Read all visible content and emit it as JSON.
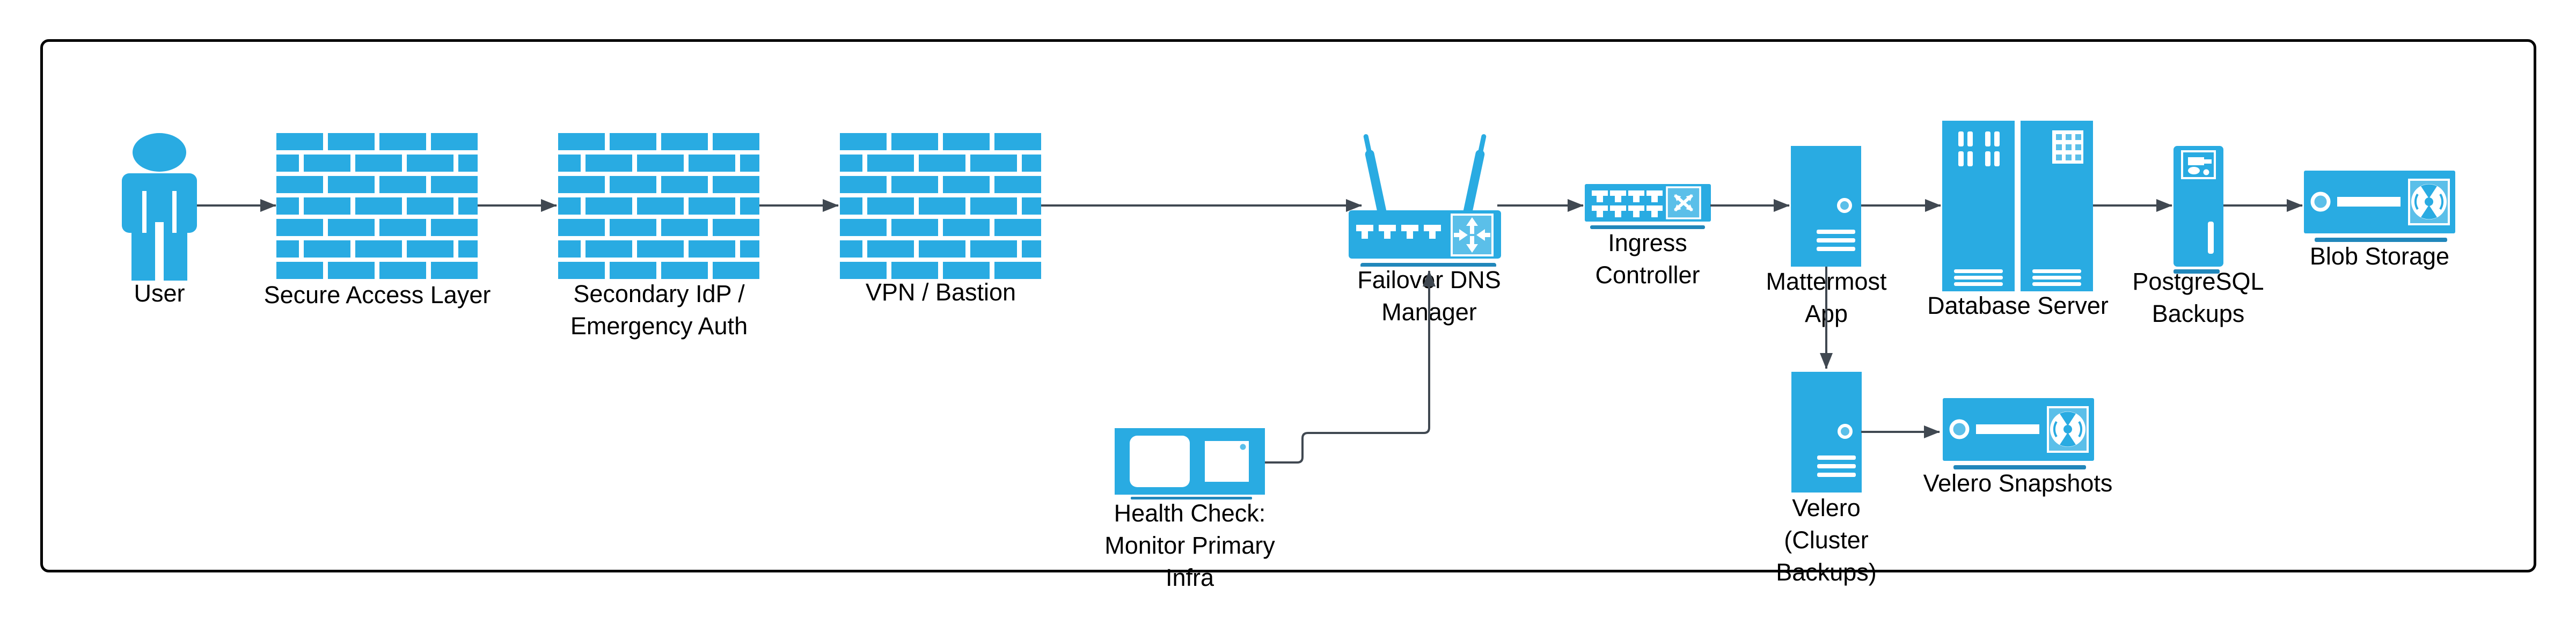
{
  "colors": {
    "primary": "#29ABE2",
    "accent_light": "#5BBFE9",
    "shadow": "#2187BB",
    "connector": "#404851",
    "frame": "#000000",
    "label_text": "#000000"
  },
  "nodes": [
    {
      "id": "user",
      "label": "User",
      "icon": "person-icon"
    },
    {
      "id": "secure-access",
      "label": "Secure Access Layer",
      "icon": "firewall-icon"
    },
    {
      "id": "secondary-idp",
      "label": "Secondary IdP /\nEmergency Auth",
      "icon": "firewall-icon"
    },
    {
      "id": "vpn-bastion",
      "label": "VPN / Bastion",
      "icon": "firewall-icon"
    },
    {
      "id": "failover-dns",
      "label": "Failover DNS\nManager",
      "icon": "wifi-router-icon"
    },
    {
      "id": "ingress",
      "label": "Ingress\nController",
      "icon": "switch-icon"
    },
    {
      "id": "mattermost",
      "label": "Mattermost\nApp",
      "icon": "server-tower-icon"
    },
    {
      "id": "database",
      "label": "Database Server",
      "icon": "server-rack-icon"
    },
    {
      "id": "pg-backups",
      "label": "PostgreSQL\nBackups",
      "icon": "tower-pc-icon"
    },
    {
      "id": "blob",
      "label": "Blob Storage",
      "icon": "storage-device-icon"
    },
    {
      "id": "health-check",
      "label": "Health Check:\nMonitor Primary\nInfra",
      "icon": "monitor-icon"
    },
    {
      "id": "velero",
      "label": "Velero\n(Cluster\nBackups)",
      "icon": "server-tower-icon"
    },
    {
      "id": "velero-snapshots",
      "label": "Velero Snapshots",
      "icon": "storage-device-icon"
    }
  ],
  "edges": [
    {
      "from": "user",
      "to": "secure-access"
    },
    {
      "from": "secure-access",
      "to": "secondary-idp"
    },
    {
      "from": "secondary-idp",
      "to": "vpn-bastion"
    },
    {
      "from": "vpn-bastion",
      "to": "failover-dns"
    },
    {
      "from": "failover-dns",
      "to": "ingress"
    },
    {
      "from": "ingress",
      "to": "mattermost"
    },
    {
      "from": "mattermost",
      "to": "database"
    },
    {
      "from": "database",
      "to": "pg-backups"
    },
    {
      "from": "pg-backups",
      "to": "blob"
    },
    {
      "from": "mattermost",
      "to": "velero"
    },
    {
      "from": "velero",
      "to": "velero-snapshots"
    },
    {
      "from": "health-check",
      "to": "failover-dns"
    }
  ]
}
